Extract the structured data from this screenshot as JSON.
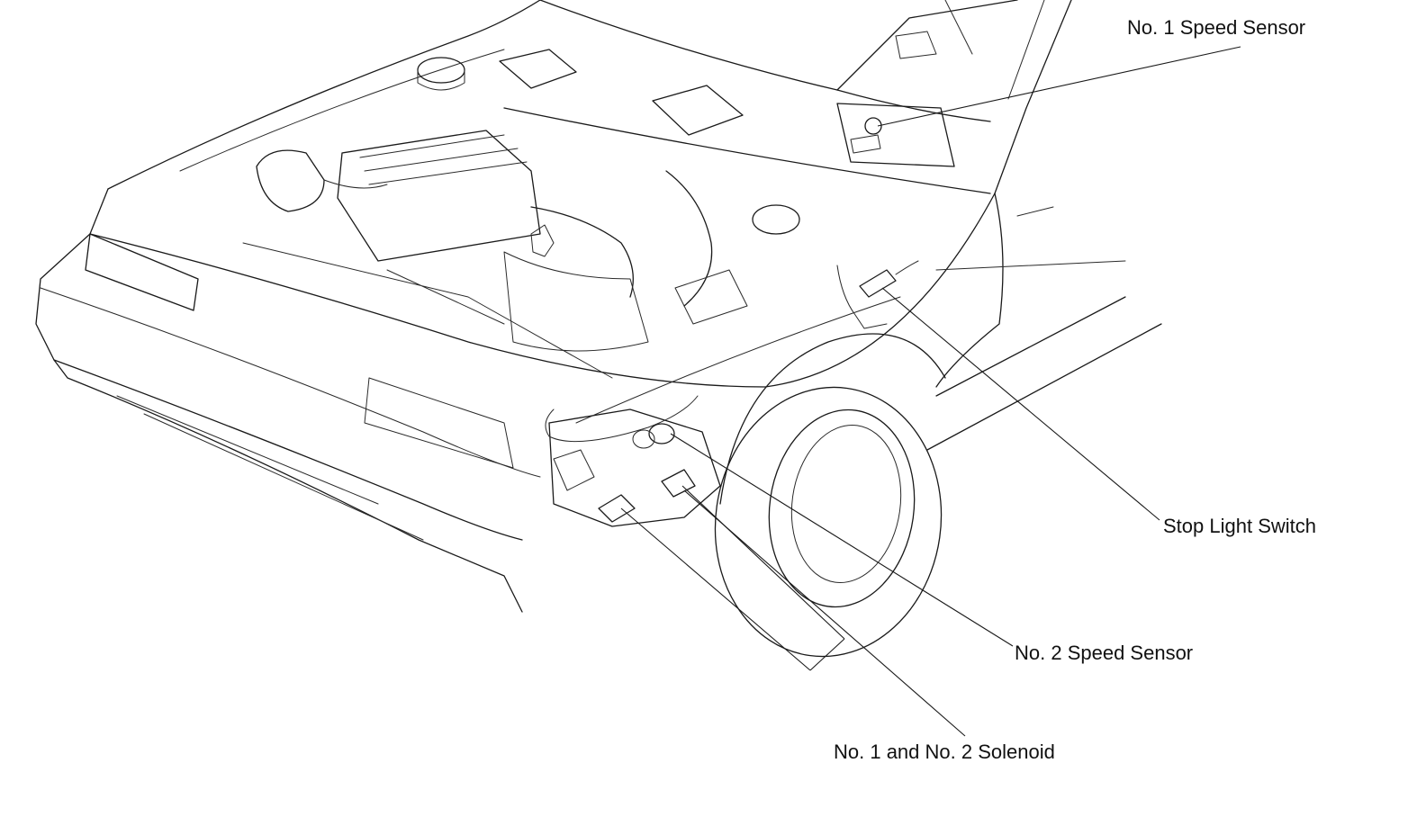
{
  "callouts": {
    "speed_sensor_1": "No. 1 Speed Sensor",
    "stop_light_switch": "Stop Light Switch",
    "speed_sensor_2": "No. 2 Speed Sensor",
    "solenoids": "No. 1 and No. 2 Solenoid"
  },
  "colors": {
    "line": "#1a1a1a",
    "background": "#ffffff"
  }
}
